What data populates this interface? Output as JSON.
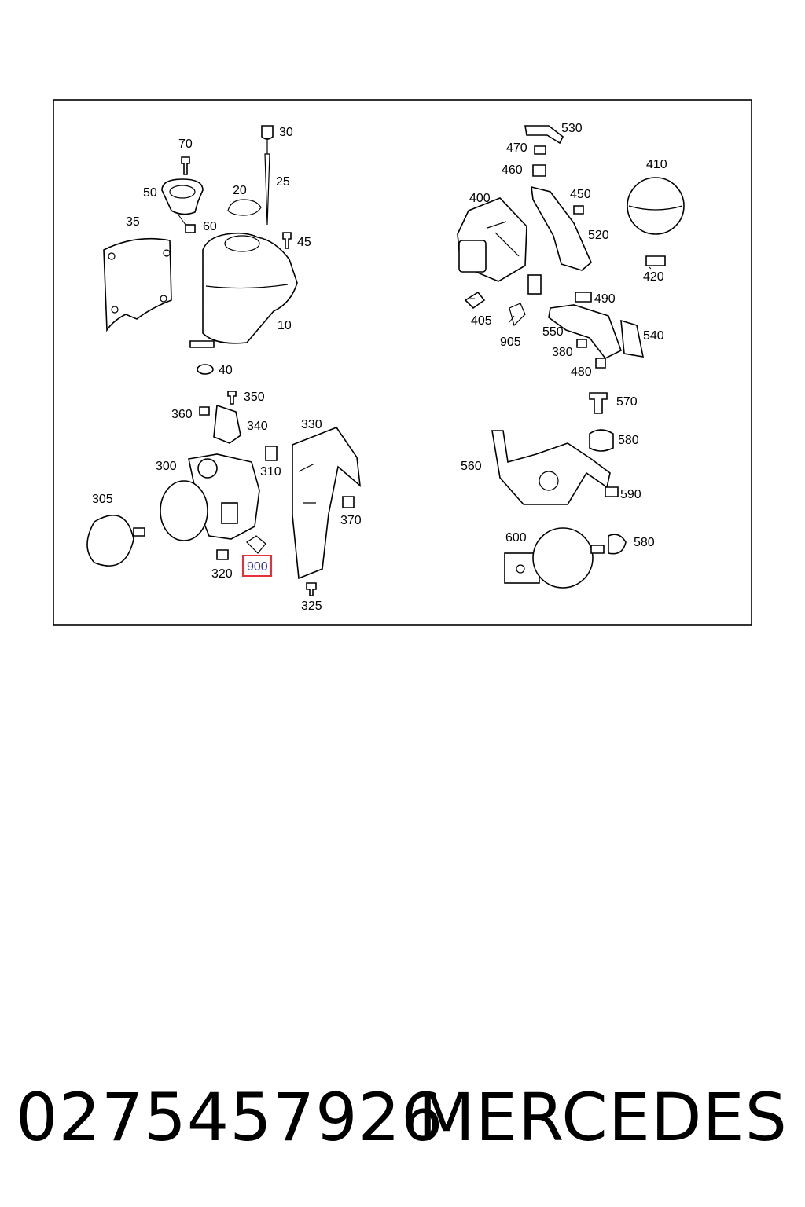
{
  "callouts": {
    "c10": "10",
    "c20": "20",
    "c25": "25",
    "c30": "30",
    "c35": "35",
    "c40": "40",
    "c45": "45",
    "c50": "50",
    "c60": "60",
    "c70": "70",
    "c300": "300",
    "c305": "305",
    "c310": "310",
    "c320": "320",
    "c325": "325",
    "c330": "330",
    "c340": "340",
    "c350": "350",
    "c360": "360",
    "c370": "370",
    "c380": "380",
    "c400": "400",
    "c405": "405",
    "c410": "410",
    "c420": "420",
    "c450": "450",
    "c460": "460",
    "c470": "470",
    "c480": "480",
    "c490": "490",
    "c520": "520",
    "c530": "530",
    "c540": "540",
    "c550": "550",
    "c560": "560",
    "c570": "570",
    "c580a": "580",
    "c580b": "580",
    "c590": "590",
    "c600": "600",
    "c900": "900",
    "c905": "905"
  },
  "highlight": {
    "part": "900",
    "color": "#e8303a"
  },
  "footer": {
    "part_number": "0275457926",
    "brand": "MERCEDES"
  }
}
